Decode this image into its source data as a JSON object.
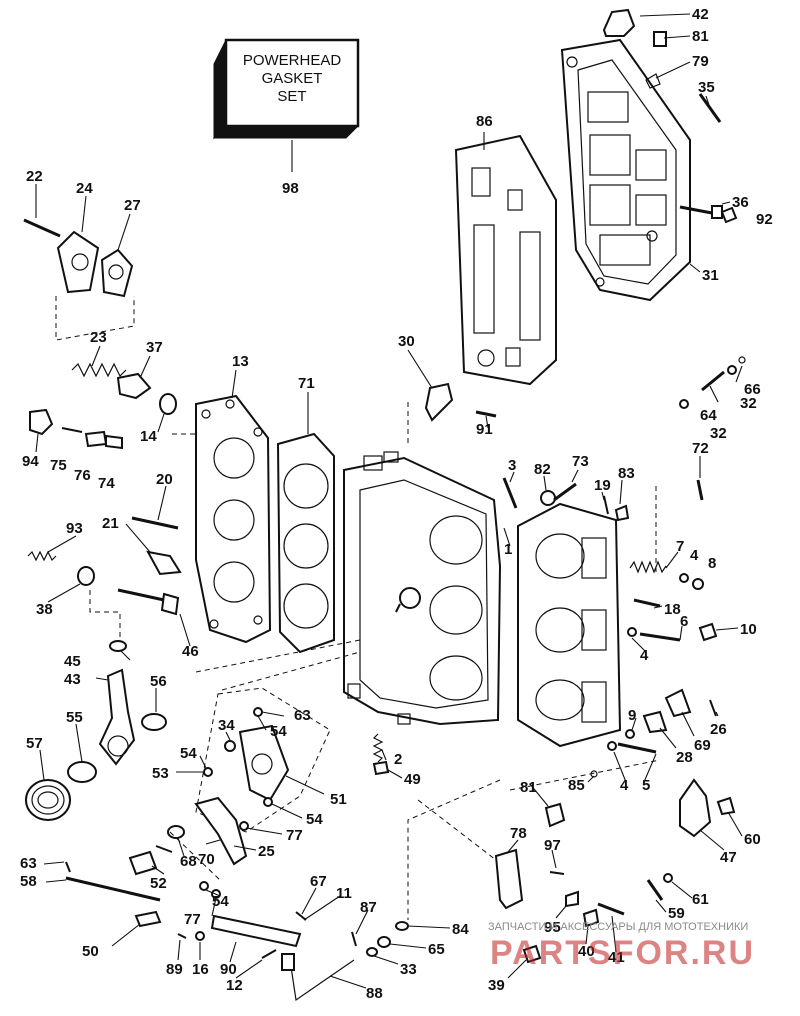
{
  "gasket_set_box": {
    "line1": "POWERHEAD",
    "line2": "GASKET",
    "line3": "SET"
  },
  "callouts": [
    {
      "num": "42"
    },
    {
      "num": "81"
    },
    {
      "num": "79"
    },
    {
      "num": "35"
    },
    {
      "num": "86"
    },
    {
      "num": "36"
    },
    {
      "num": "92"
    },
    {
      "num": "31"
    },
    {
      "num": "98"
    },
    {
      "num": "22"
    },
    {
      "num": "24"
    },
    {
      "num": "27"
    },
    {
      "num": "23"
    },
    {
      "num": "37"
    },
    {
      "num": "13"
    },
    {
      "num": "71"
    },
    {
      "num": "30"
    },
    {
      "num": "66"
    },
    {
      "num": "32"
    },
    {
      "num": "64"
    },
    {
      "num": "32"
    },
    {
      "num": "14"
    },
    {
      "num": "94"
    },
    {
      "num": "75"
    },
    {
      "num": "76"
    },
    {
      "num": "74"
    },
    {
      "num": "91"
    },
    {
      "num": "3"
    },
    {
      "num": "82"
    },
    {
      "num": "73"
    },
    {
      "num": "83"
    },
    {
      "num": "19"
    },
    {
      "num": "72"
    },
    {
      "num": "20"
    },
    {
      "num": "93"
    },
    {
      "num": "21"
    },
    {
      "num": "1"
    },
    {
      "num": "7"
    },
    {
      "num": "4"
    },
    {
      "num": "8"
    },
    {
      "num": "38"
    },
    {
      "num": "18"
    },
    {
      "num": "46"
    },
    {
      "num": "6"
    },
    {
      "num": "10"
    },
    {
      "num": "45"
    },
    {
      "num": "43"
    },
    {
      "num": "4"
    },
    {
      "num": "56"
    },
    {
      "num": "55"
    },
    {
      "num": "63"
    },
    {
      "num": "26"
    },
    {
      "num": "34"
    },
    {
      "num": "54"
    },
    {
      "num": "69"
    },
    {
      "num": "57"
    },
    {
      "num": "54"
    },
    {
      "num": "9"
    },
    {
      "num": "28"
    },
    {
      "num": "53"
    },
    {
      "num": "2"
    },
    {
      "num": "49"
    },
    {
      "num": "85"
    },
    {
      "num": "4"
    },
    {
      "num": "5"
    },
    {
      "num": "51"
    },
    {
      "num": "81"
    },
    {
      "num": "54"
    },
    {
      "num": "60"
    },
    {
      "num": "77"
    },
    {
      "num": "47"
    },
    {
      "num": "25"
    },
    {
      "num": "78"
    },
    {
      "num": "97"
    },
    {
      "num": "63"
    },
    {
      "num": "68"
    },
    {
      "num": "70"
    },
    {
      "num": "58"
    },
    {
      "num": "52"
    },
    {
      "num": "67"
    },
    {
      "num": "61"
    },
    {
      "num": "11"
    },
    {
      "num": "54"
    },
    {
      "num": "77"
    },
    {
      "num": "87"
    },
    {
      "num": "95"
    },
    {
      "num": "59"
    },
    {
      "num": "50"
    },
    {
      "num": "84"
    },
    {
      "num": "65"
    },
    {
      "num": "40"
    },
    {
      "num": "41"
    },
    {
      "num": "89"
    },
    {
      "num": "16"
    },
    {
      "num": "90"
    },
    {
      "num": "33"
    },
    {
      "num": "39"
    },
    {
      "num": "12"
    },
    {
      "num": "88"
    }
  ],
  "watermark": {
    "caption": "ЗАПЧАСТИ И АКСЕССУАРЫ ДЛЯ МОТОТЕХНИКИ",
    "site": "PARTSFOR.RU"
  }
}
